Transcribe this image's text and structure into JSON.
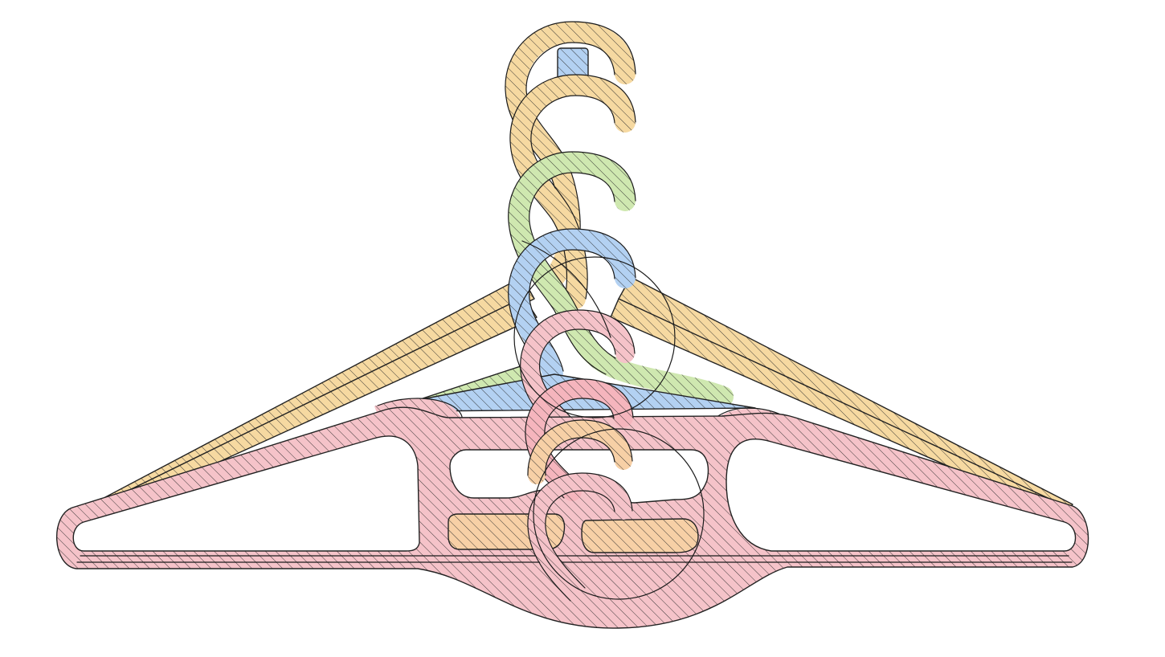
{
  "figure": {
    "kind": "overlaid-hanger-cross-sections",
    "hatching": "diagonal",
    "layers": [
      {
        "name": "tan-hanger-top",
        "color": "#f6d9a1"
      },
      {
        "name": "tan-hanger-second",
        "color": "#f6d9a1"
      },
      {
        "name": "green-hanger",
        "color": "#cfe8b0"
      },
      {
        "name": "blue-hanger",
        "color": "#b3d1f2"
      },
      {
        "name": "pink-hanger-upper",
        "color": "#f5c3c9"
      },
      {
        "name": "pink-hanger-lower",
        "color": "#f5b5bd"
      },
      {
        "name": "orange-hook-small",
        "color": "#f7d0a6"
      }
    ]
  }
}
